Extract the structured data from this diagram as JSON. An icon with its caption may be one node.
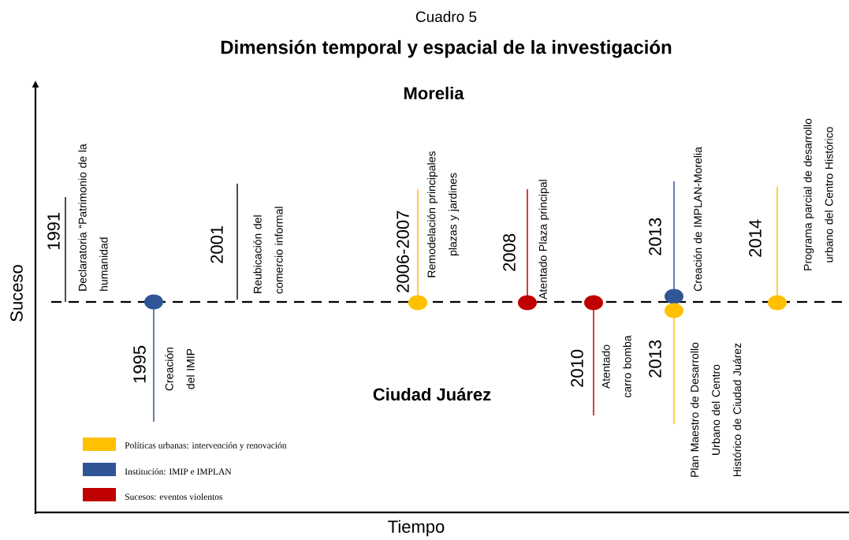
{
  "diagram": {
    "title": "Dimensión temporal y espacial de la investigación",
    "nodes": [
      {
        "text": [],
        "shape": "circle",
        "beside": [
          "1995",
          "Creación del IMIP"
        ]
      },
      {
        "text": [],
        "shape": "circle",
        "beside": [
          "2006-2007",
          "Remodelación principales plazas y jardines"
        ]
      },
      {
        "text": [],
        "shape": "circle",
        "beside": [
          "2008",
          "Atentado Plaza principal"
        ]
      },
      {
        "text": [],
        "shape": "circle",
        "beside": [
          "2010",
          "Atentado carro bomba"
        ]
      },
      {
        "text": [],
        "shape": "circle",
        "beside": [
          "2013",
          "Creación de IMPLAN-Morelia"
        ]
      },
      {
        "text": [],
        "shape": "circle",
        "beside": [
          "2013",
          "Plan Maestro de Desarrollo Urbano del Centro Histórico de Ciudad Juárez"
        ]
      },
      {
        "text": [],
        "shape": "circle",
        "beside": [
          "2014",
          "Programa parcial de desarrollo urbano del Centro Histórico"
        ]
      }
    ],
    "labels": [
      "Cuadro 5",
      "Morelia",
      "1991",
      "Declaratoria “Patrimonio de la humanidad",
      "2001",
      "Reubicación del comercio informal",
      "Suceso",
      "Ciudad Juárez",
      "Tiempo"
    ],
    "legend": [
      {
        "text": "Políticas urbanas: intervención y renovación",
        "color": "#ffc000"
      },
      {
        "text": "Institución: IMIP e IMPLAN",
        "color": "#2f5597"
      },
      {
        "text": "Sucesos: eventos violentos",
        "color": "#c00000"
      }
    ]
  }
}
